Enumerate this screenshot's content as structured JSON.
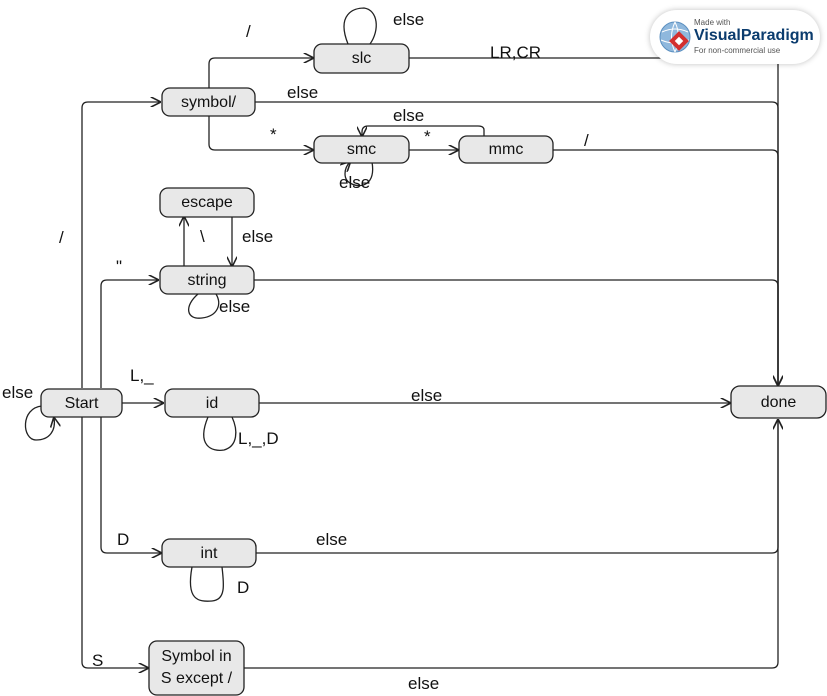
{
  "states": {
    "start": "Start",
    "symbol": "symbol/",
    "slc": "slc",
    "smc": "smc",
    "mmc": "mmc",
    "escape": "escape",
    "string": "string",
    "id": "id",
    "int": "int",
    "symbol_in_line1": "Symbol in",
    "symbol_in_line2": "S except /",
    "done": "done"
  },
  "labels": {
    "start_self": "else",
    "start_to_symbol": "/",
    "symbol_to_slc": "/",
    "slc_self": "else",
    "slc_to_done": "LR,CR",
    "symbol_to_done": "else",
    "symbol_to_smc": "*",
    "smc_self": "else",
    "smc_to_mmc": "*",
    "mmc_to_smc": "else",
    "mmc_to_done": "/",
    "string_to_escape": "\\",
    "escape_to_string": "else",
    "start_to_string": "\"",
    "string_self": "else",
    "start_to_id": "L,_",
    "id_self": "L,_,D",
    "id_to_done": "else",
    "start_to_int": "D",
    "int_self": "D",
    "int_to_done": "else",
    "start_to_symbol_in": "S",
    "symbol_in_to_done": "else"
  },
  "badge": {
    "made_with": "Made with",
    "brand": "VisualParadigm",
    "note": "For non-commercial use"
  },
  "colors": {
    "state_fill": "#e8e8e8",
    "line": "#222222"
  }
}
